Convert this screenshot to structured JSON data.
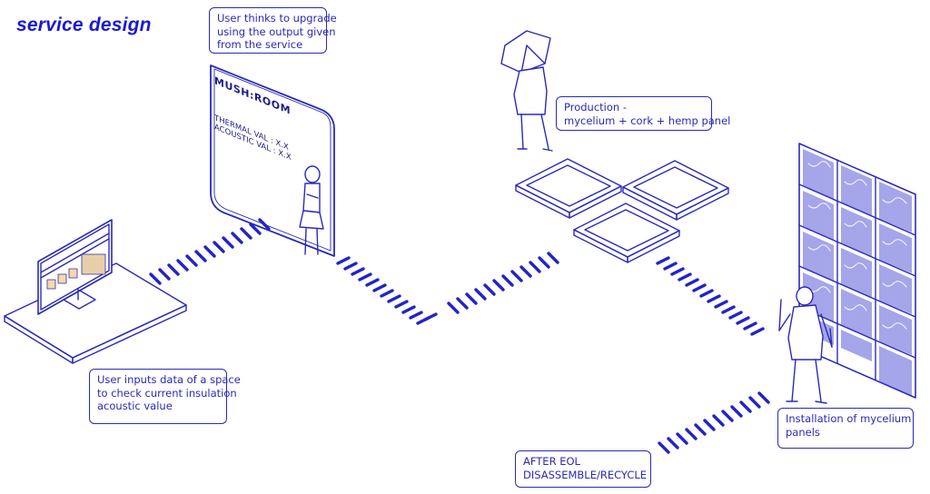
{
  "title": "service design",
  "callouts": {
    "input": [
      "User inputs data of a space",
      "to check current insulation",
      "acoustic value"
    ],
    "upgrade": [
      "User thinks to upgrade",
      "using the output given",
      "from the service"
    ],
    "production": [
      "Production -",
      "mycelium + cork + hemp panel"
    ],
    "installation": [
      "Installation of mycelium",
      "panels"
    ],
    "eol": [
      "AFTER EOL",
      "DISASSEMBLE/RECYCLE"
    ]
  },
  "board": {
    "logo": "MUSH:ROOM",
    "thermal": "THERMAL VAL : X.X",
    "acoustic": "ACOUSTIC VAL : X.X"
  },
  "colors": {
    "line": "#2a2ab8",
    "accent": "#1a1ad6",
    "dash": "#2323c8"
  },
  "icons": [
    "laptop-icon",
    "person-icon",
    "mycelium-panel-icon",
    "panel-wall-icon"
  ]
}
